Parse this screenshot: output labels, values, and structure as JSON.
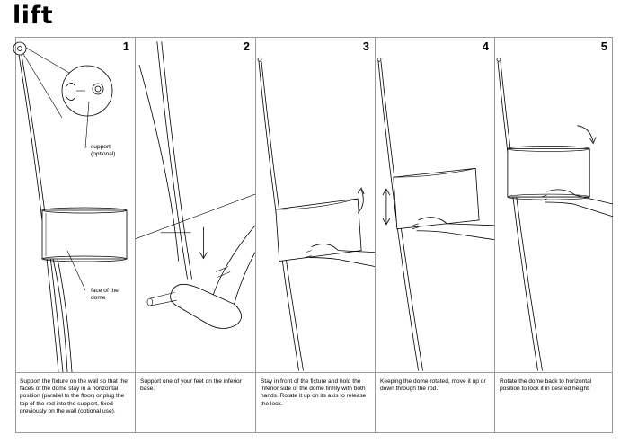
{
  "title": "lift",
  "steps": [
    {
      "number": "1",
      "caption": "Support the fixture on the wall so that the faces of the dome stay in a horizontal position (parallel to the floor) or plug the top of the rod into the support, fixed previously on the wall (optional use)."
    },
    {
      "number": "2",
      "caption": "Support one of your feet on the inferior base."
    },
    {
      "number": "3",
      "caption": "Stay in front of the fixture and hold the inferior side of the dome firmly with both hands. Rotate it up on its axis to release the lock."
    },
    {
      "number": "4",
      "caption": "Keeping the dome rotated, move it up or down through the rod."
    },
    {
      "number": "5",
      "caption": "Rotate the dome back to horizontal position to lock it in desired height."
    }
  ],
  "callouts": {
    "support": "support (optional)",
    "face": "face of the dome"
  }
}
